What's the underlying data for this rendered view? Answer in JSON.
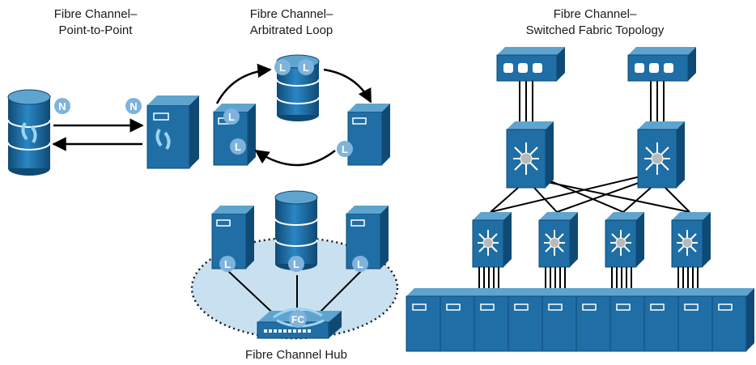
{
  "titles": {
    "ptp_line1": "Fibre Channel–",
    "ptp_line2": "Point-to-Point",
    "loop_line1": "Fibre Channel–",
    "loop_line2": "Arbitrated Loop",
    "fabric_line1": "Fibre Channel–",
    "fabric_line2": "Switched Fabric Topology",
    "hub_caption": "Fibre Channel Hub"
  },
  "badges": {
    "node_port": "N",
    "loop_port": "L",
    "hub": "FC"
  },
  "colors": {
    "device_blue": "#1f6fa6",
    "device_dark": "#0f4a75",
    "device_light": "#5fa3cf",
    "badge_blue": "#7fb3dc",
    "hub_area": "#c9e0f0"
  }
}
